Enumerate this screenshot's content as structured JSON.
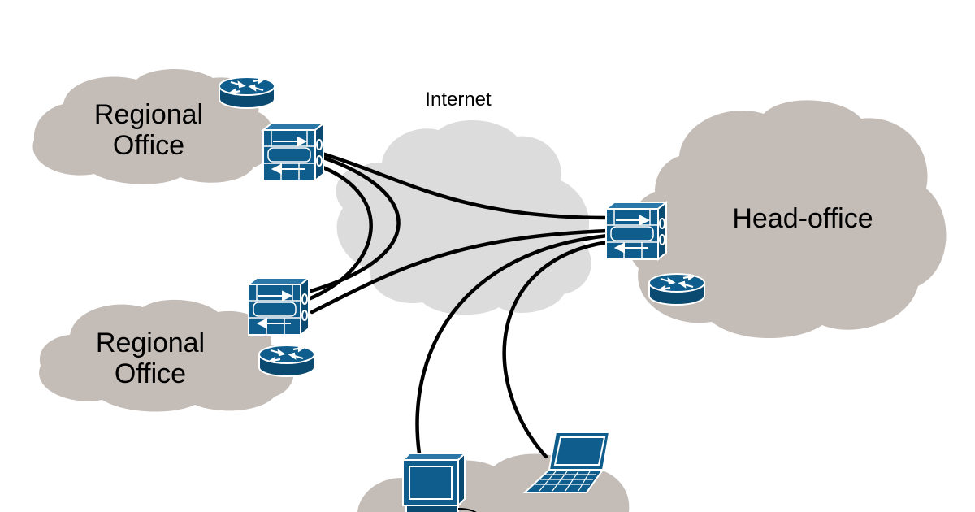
{
  "labels": {
    "regional_office_top_line1": "Regional",
    "regional_office_top_line2": "Office",
    "regional_office_bottom_line1": "Regional",
    "regional_office_bottom_line2": "Office",
    "head_office": "Head-office",
    "internet": "Internet"
  },
  "colors": {
    "office_cloud": "#c4bcb6",
    "internet_cloud": "#dcdcdc",
    "device_blue": "#0f5d8c",
    "link": "#000000"
  },
  "icons": {
    "router": "router-icon",
    "firewall": "firewall-icon",
    "desktop": "desktop-computer-icon",
    "laptop": "laptop-icon"
  }
}
